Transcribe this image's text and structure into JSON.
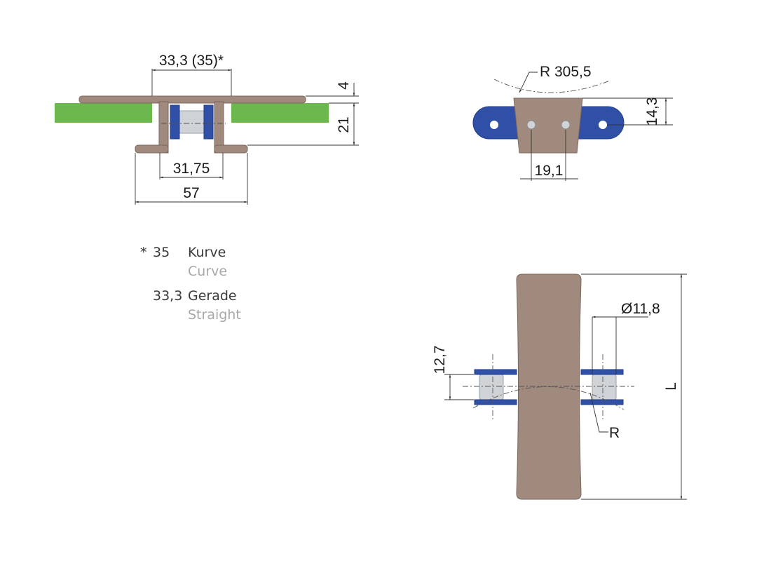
{
  "views": {
    "side": {
      "pitch_label": "33,3 (35)*",
      "thickness_label": "4",
      "height_label": "21",
      "inner_width_label": "31,75",
      "foot_width_label": "57"
    },
    "front": {
      "radius_label": "R 305,5",
      "hole_height_label": "14,3",
      "hole_spacing_label": "19,1"
    },
    "top": {
      "roller_diameter_label": "Ø11,8",
      "chain_pitch_label": "12,7",
      "length_label": "L",
      "radius_label": "R"
    }
  },
  "legend": [
    {
      "marker": "*",
      "value": "35",
      "label_de": "Kurve",
      "label_en": "Curve"
    },
    {
      "marker": "",
      "value": "33,3",
      "label_de": "Gerade",
      "label_en": "Straight"
    }
  ],
  "colors": {
    "plate": "#a08a7e",
    "guide": "#6cb84f",
    "chain": "#3050a8",
    "roller": "#cfd3d6"
  }
}
